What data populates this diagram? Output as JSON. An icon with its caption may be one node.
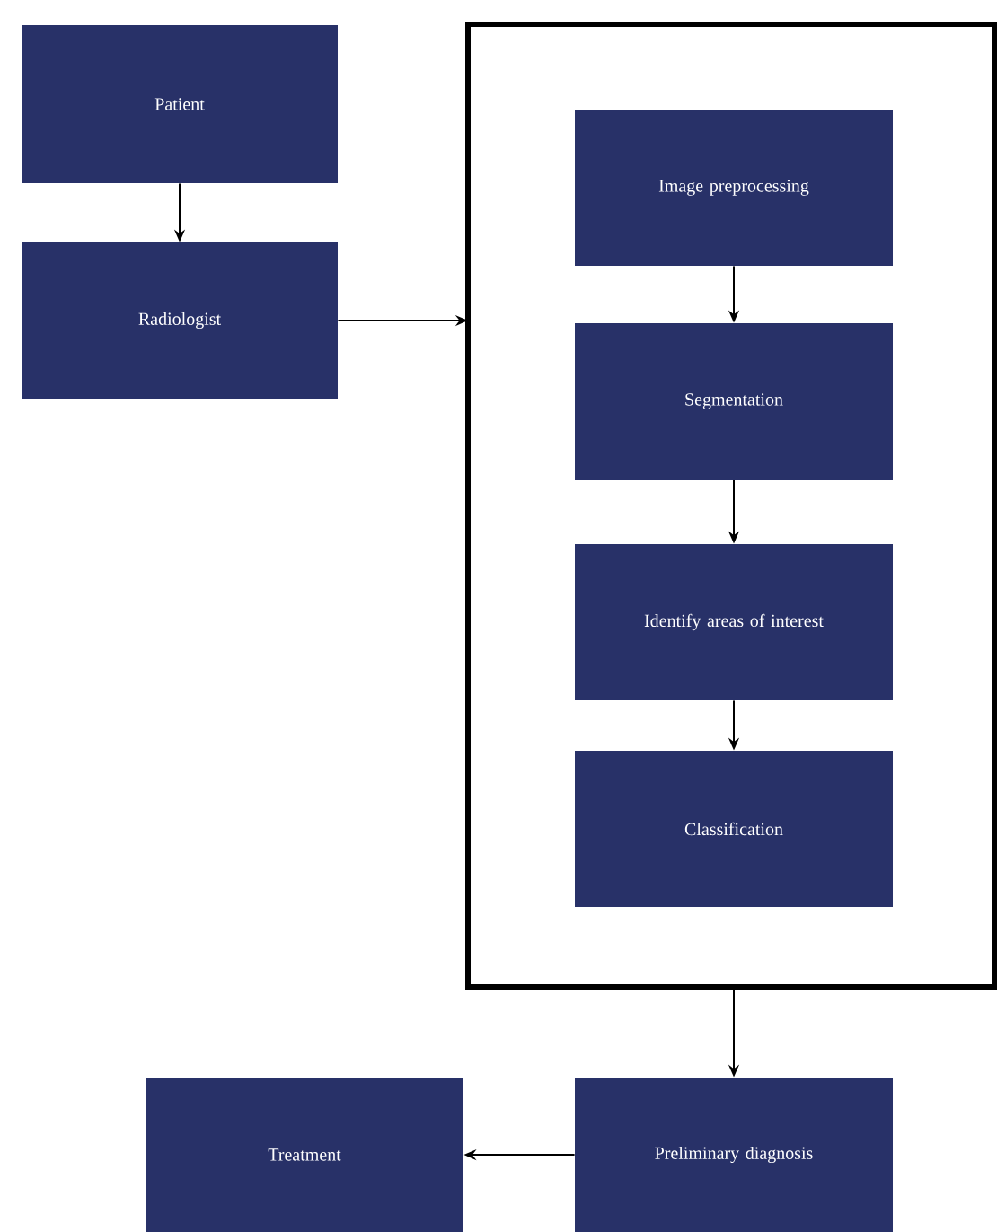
{
  "diagram": {
    "nodes": [
      {
        "text": [
          "Patient"
        ]
      },
      {
        "text": [
          "Radiologist"
        ]
      },
      {
        "text": [],
        "shape": "box"
      },
      {
        "text": [
          "Image preprocessing"
        ],
        "in": 2
      },
      {
        "text": [
          "Segmentation"
        ],
        "in": 2
      },
      {
        "text": [
          "Identify areas of interest"
        ],
        "in": 2
      },
      {
        "text": [
          "Classification"
        ],
        "in": 2
      },
      {
        "text": [
          "Preliminary diagnosis"
        ]
      },
      {
        "text": [
          "Treatment"
        ]
      }
    ],
    "edges": [
      {
        "from": 0,
        "to": 1,
        "arrow": "to"
      },
      {
        "from": 1,
        "to": 2,
        "arrow": "to"
      },
      {
        "from": 3,
        "to": 4,
        "arrow": "to"
      },
      {
        "from": 4,
        "to": 5,
        "arrow": "to"
      },
      {
        "from": 5,
        "to": 6,
        "arrow": "to"
      },
      {
        "from": 2,
        "to": 7,
        "arrow": "to"
      },
      {
        "from": 7,
        "to": 8,
        "arrow": "to"
      }
    ]
  }
}
